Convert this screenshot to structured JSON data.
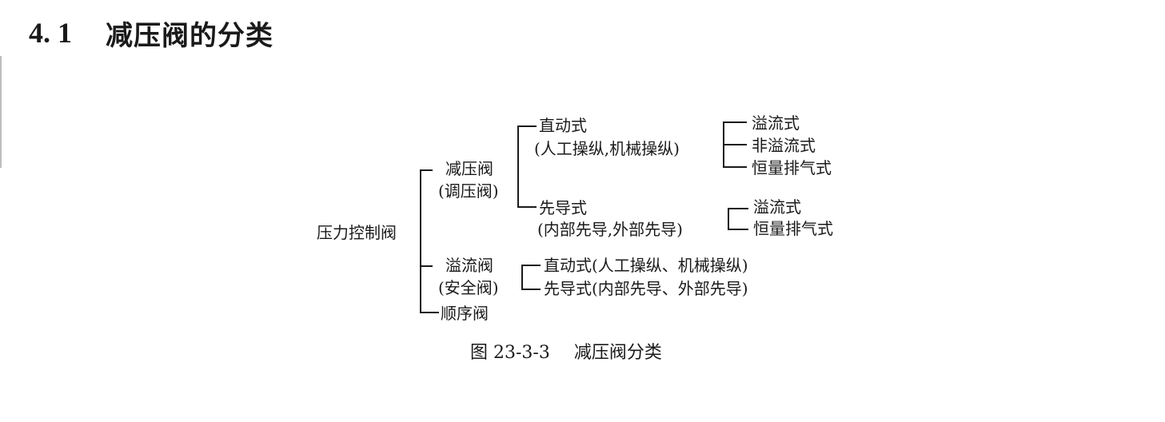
{
  "heading": {
    "number": "4. 1",
    "title": "减压阀的分类"
  },
  "tree": {
    "root": "压力控制阀",
    "reducing": {
      "label": "减压阀",
      "alias": "(调压阀)",
      "direct": {
        "label": "直动式",
        "detail": "(人工操纵,机械操纵)",
        "types": [
          "溢流式",
          "非溢流式",
          "恒量排气式"
        ]
      },
      "pilot": {
        "label": "先导式",
        "detail": "(内部先导,外部先导)",
        "types": [
          "溢流式",
          "恒量排气式"
        ]
      }
    },
    "relief": {
      "label": "溢流阀",
      "alias": "(安全阀)",
      "items": [
        "直动式(人工操纵、机械操纵)",
        "先导式(内部先导、外部先导)"
      ]
    },
    "sequence": {
      "label": "顺序阀"
    }
  },
  "caption": {
    "number": "图 23-3-3",
    "title": "减压阀分类"
  }
}
